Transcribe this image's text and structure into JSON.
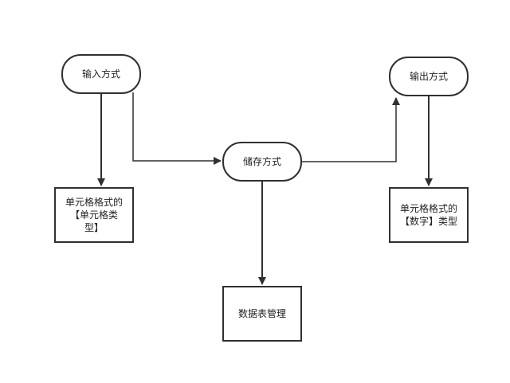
{
  "diagram": {
    "nodes": {
      "input": {
        "label": "输入方式"
      },
      "output": {
        "label": "输出方式"
      },
      "storage": {
        "label": "储存方式"
      },
      "cell_type": {
        "label": "单元格格式的\n【单元格类\n型】"
      },
      "number_type": {
        "label": "单元格格式的\n【数字】类型"
      },
      "table_mgmt": {
        "label": "数据表管理"
      }
    },
    "edges": [
      {
        "from": "input",
        "to": "cell_type"
      },
      {
        "from": "input",
        "to": "storage"
      },
      {
        "from": "storage",
        "to": "output"
      },
      {
        "from": "output",
        "to": "number_type"
      },
      {
        "from": "storage",
        "to": "table_mgmt"
      }
    ],
    "colors": {
      "stroke": "#303030",
      "text": "#222222",
      "background": "#ffffff"
    }
  }
}
